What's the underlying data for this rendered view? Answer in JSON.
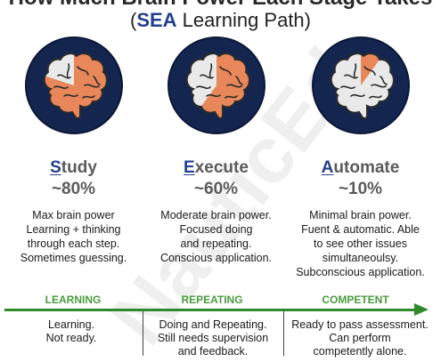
{
  "header": {
    "title_top": "How Much Brain Power Each Stage Takes",
    "subtitle_open": "(",
    "subtitle_accent": "SEA",
    "subtitle_rest": " Learning Path)"
  },
  "watermark": "NauticEd",
  "stages": [
    {
      "initial": "S",
      "name_rest": "tudy",
      "percent": "~80%",
      "fill": 0.8,
      "desc": [
        "Max brain power",
        "Learning + thinking",
        "through each step.",
        "Sometimes guessing."
      ]
    },
    {
      "initial": "E",
      "name_rest": "xecute",
      "percent": "~60%",
      "fill": 0.6,
      "desc": [
        "Moderate brain power.",
        "Focused doing",
        "and repeating.",
        "Conscious application."
      ]
    },
    {
      "initial": "A",
      "name_rest": "utomate",
      "percent": "~10%",
      "fill": 0.1,
      "desc": [
        "Minimal brain power.",
        "Fuent & automatic. Able",
        "to see other issues",
        "simultaneoulsy.",
        "Subconscious application."
      ]
    }
  ],
  "phases": [
    "LEARNING",
    "REPEATING",
    "COMPETENT"
  ],
  "results": [
    [
      "Learning.",
      "Not ready."
    ],
    [
      "Doing and Repeating.",
      "Still needs supervision",
      "and feedback."
    ],
    [
      "Ready to pass assessment.",
      "Can perform",
      "competently alone."
    ]
  ],
  "colors": {
    "accent": "#23408e",
    "circle": "#14254f",
    "brain_fill": "#e8875a",
    "brain_base": "#e9e9e9",
    "phase_green": "#4a9b3e",
    "arrow": "#2f8a2a"
  }
}
